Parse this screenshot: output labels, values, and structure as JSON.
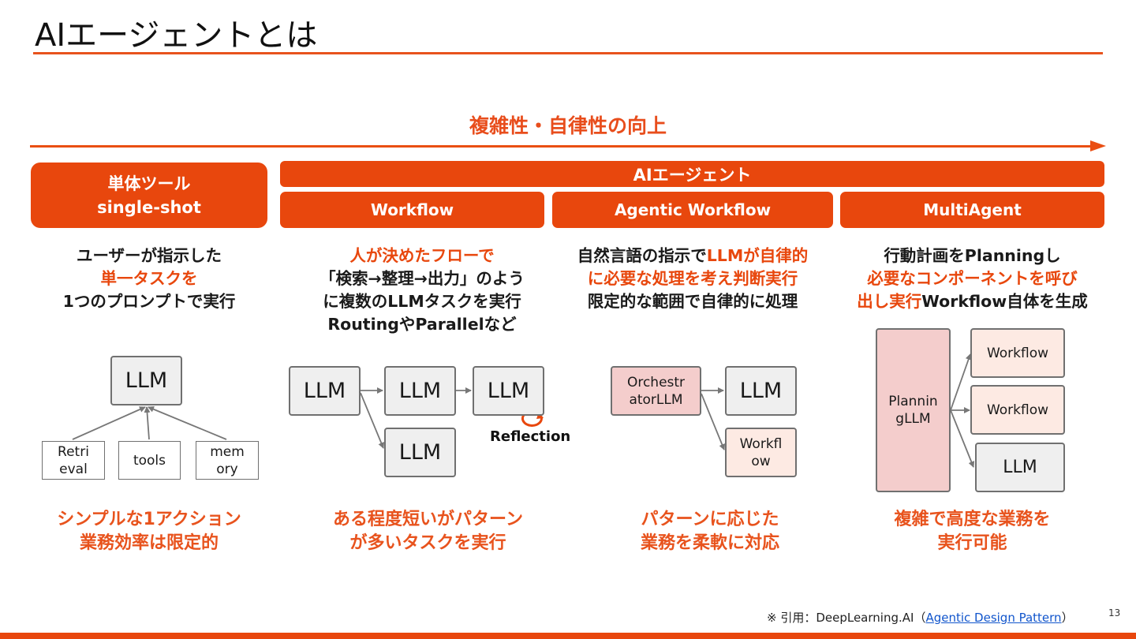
{
  "slide": {
    "title": "AIエージェントとは",
    "axis_label": "複雑性・自律性の向上",
    "page_number": "13"
  },
  "columns": {
    "single": {
      "header_line1": "単体ツール",
      "header_line2": "single-shot",
      "desc": [
        "ユーザーが指示した",
        "単一タスクを",
        "1つのプロンプトで実行"
      ],
      "summary": [
        "シンプルな1アクション",
        "業務効率は限定的"
      ]
    },
    "agent_header": "AIエージェント",
    "workflow": {
      "header": "Workflow",
      "desc": [
        "人が決めたフローで",
        "「検索→整理→出力」のよう",
        "に複数のLLMタスクを実行",
        "RoutingやParallelなど"
      ],
      "summary": [
        "ある程度短いがパターン",
        "が多いタスクを実行"
      ]
    },
    "agentic": {
      "header": "Agentic Workflow",
      "desc_line1_plain": "自然言語の指示で",
      "desc_line1_hl": "LLMが自律的",
      "desc_line2": "に必要な処理を考え判断実行",
      "desc_line3": "限定的な範囲で自律的に処理",
      "summary": [
        "パターンに応じた",
        "業務を柔軟に対応"
      ]
    },
    "multi": {
      "header": "MultiAgent",
      "desc_line1": "行動計画をPlanningし",
      "desc_line2": "必要なコンポーネントを呼び",
      "desc_line3_hl": "出し実行",
      "desc_line3_plain": "Workflow自体を生成",
      "summary": [
        "複雑で高度な業務を",
        "実行可能"
      ]
    }
  },
  "diagrams": {
    "single": {
      "llm": "LLM",
      "tools": [
        "Retri\neval",
        "tools",
        "mem\nory"
      ]
    },
    "workflow": {
      "llm": "LLM",
      "reflection": "Reflection"
    },
    "agentic": {
      "orchestrator": "Orchestr\natorLLM",
      "llm": "LLM",
      "workflow": "Workfl\now"
    },
    "multi": {
      "planning": "Plannin\ngLLM",
      "workflow": "Workflow",
      "llm": "LLM"
    }
  },
  "citation": {
    "prefix": "※ 引用：DeepLearning.AI（",
    "link": "Agentic Design Pattern",
    "suffix": "）"
  },
  "colors": {
    "accent": "#e8470d",
    "box_gray": "#efefef",
    "box_pink": "#f4cdcc",
    "box_peach": "#fdeae3"
  }
}
